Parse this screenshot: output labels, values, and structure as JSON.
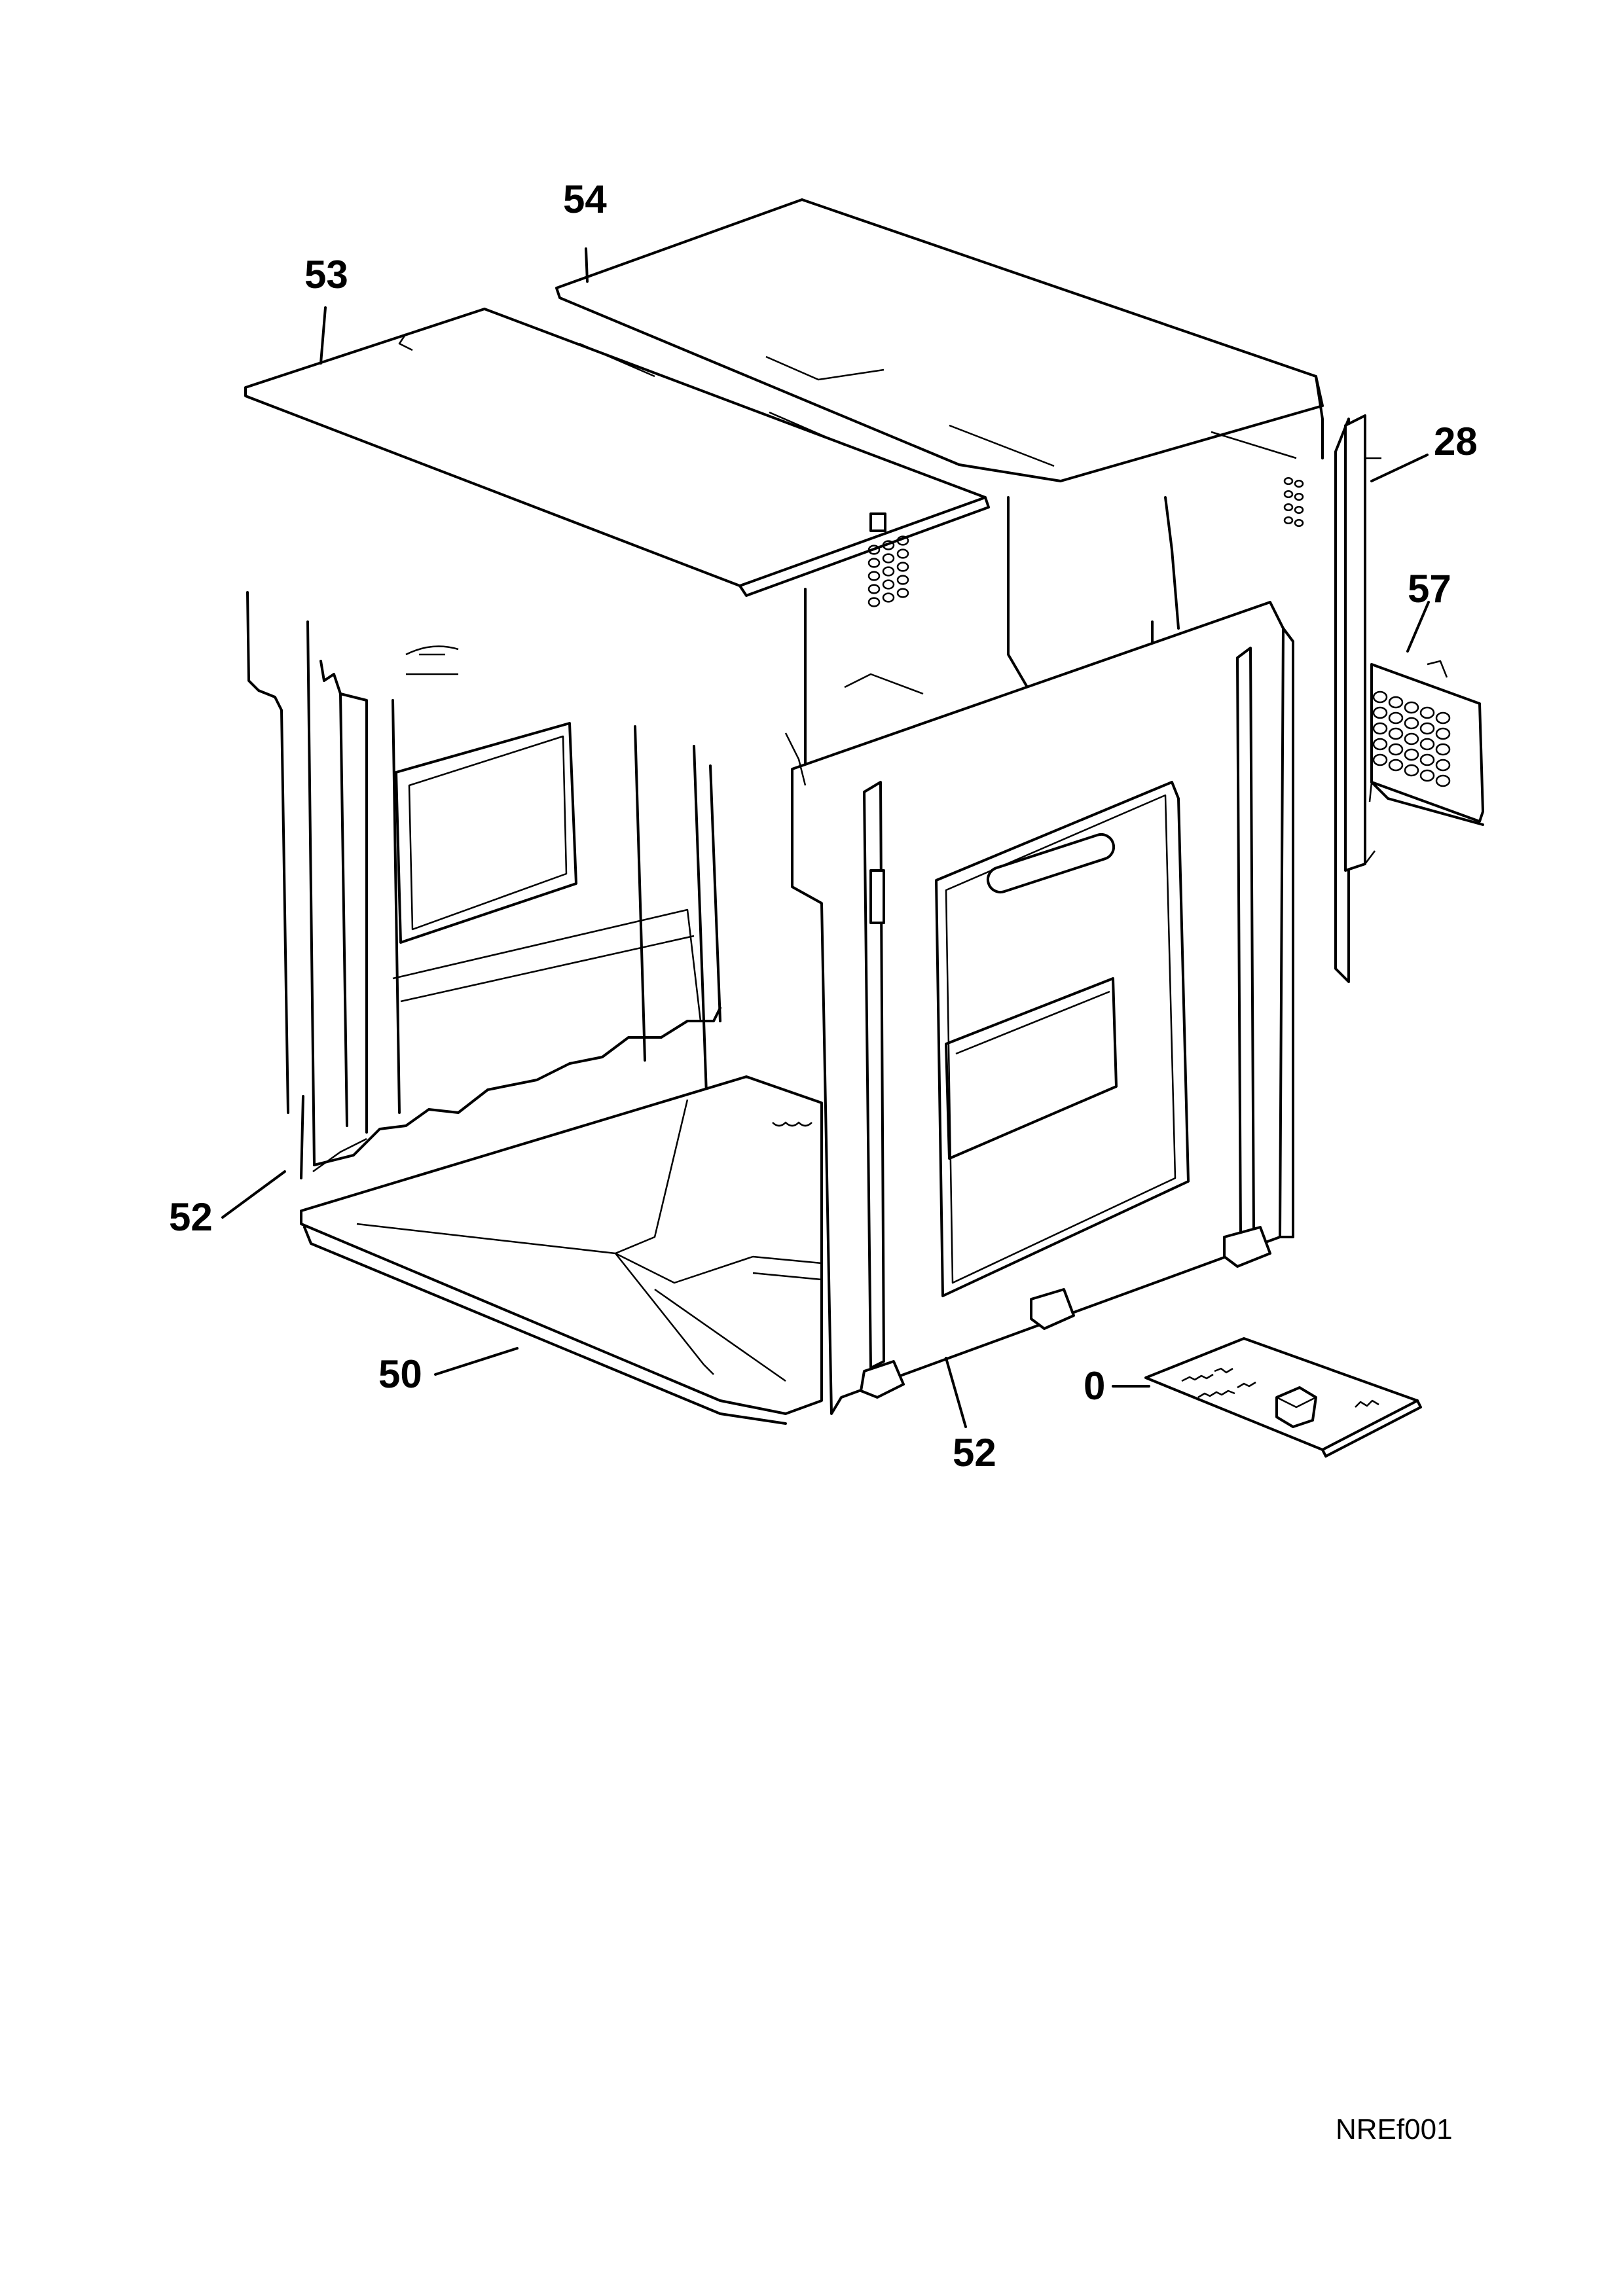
{
  "diagram": {
    "callouts": [
      {
        "id": "top-cover",
        "label": "54"
      },
      {
        "id": "top-panel",
        "label": "53"
      },
      {
        "id": "rear-panel",
        "label": "28"
      },
      {
        "id": "vent-bracket",
        "label": "57"
      },
      {
        "id": "side-panel-left",
        "label": "52"
      },
      {
        "id": "base-tray",
        "label": "50"
      },
      {
        "id": "side-panel-right",
        "label": "52"
      },
      {
        "id": "manual",
        "label": "0"
      }
    ],
    "drawing_code": "NREf001"
  }
}
